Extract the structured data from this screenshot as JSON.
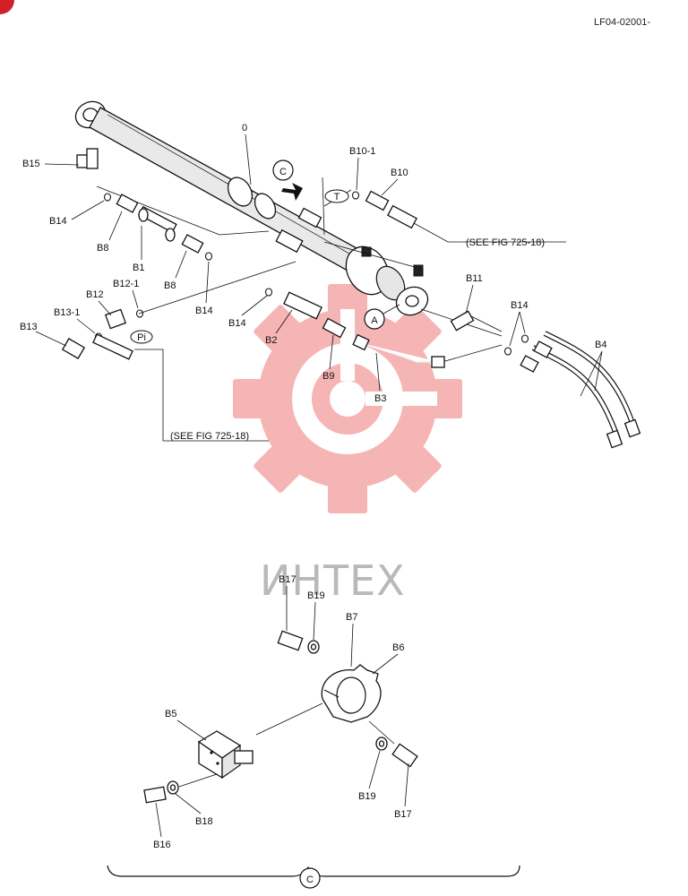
{
  "document": {
    "number": "LF04-02001-"
  },
  "watermark": {
    "text": "ИНТЕХ",
    "color": "#f4a9a9",
    "text_color": "#b9b9b9"
  },
  "colors": {
    "line": "#111111",
    "corner_mark": "#d21f2a"
  },
  "labels": {
    "cylinder": "0",
    "b1": "B1",
    "b2": "B2",
    "b3": "B3",
    "b4": "B4",
    "b5": "B5",
    "b6": "B6",
    "b7": "B7",
    "b8a": "B8",
    "b8b": "B8",
    "b9": "B9",
    "b10": "B10",
    "b10_1": "B10-1",
    "b11": "B11",
    "b12": "B12",
    "b12_1": "B12-1",
    "b13": "B13",
    "b13_1": "B13-1",
    "b14a": "B14",
    "b14b": "B14",
    "b14c": "B14",
    "b14d": "B14",
    "b15": "B15",
    "b16": "B16",
    "b17a": "B17",
    "b17b": "B17",
    "b18": "B18",
    "b19a": "B19",
    "b19b": "B19"
  },
  "callouts": {
    "c_top": "C",
    "a": "A",
    "c_bottom": "C",
    "t_tag": "T",
    "pi_tag": "Pi"
  },
  "references": {
    "see_fig_top": "(SEE FIG 725-18)",
    "see_fig_left": "(SEE FIG 725-18)"
  }
}
